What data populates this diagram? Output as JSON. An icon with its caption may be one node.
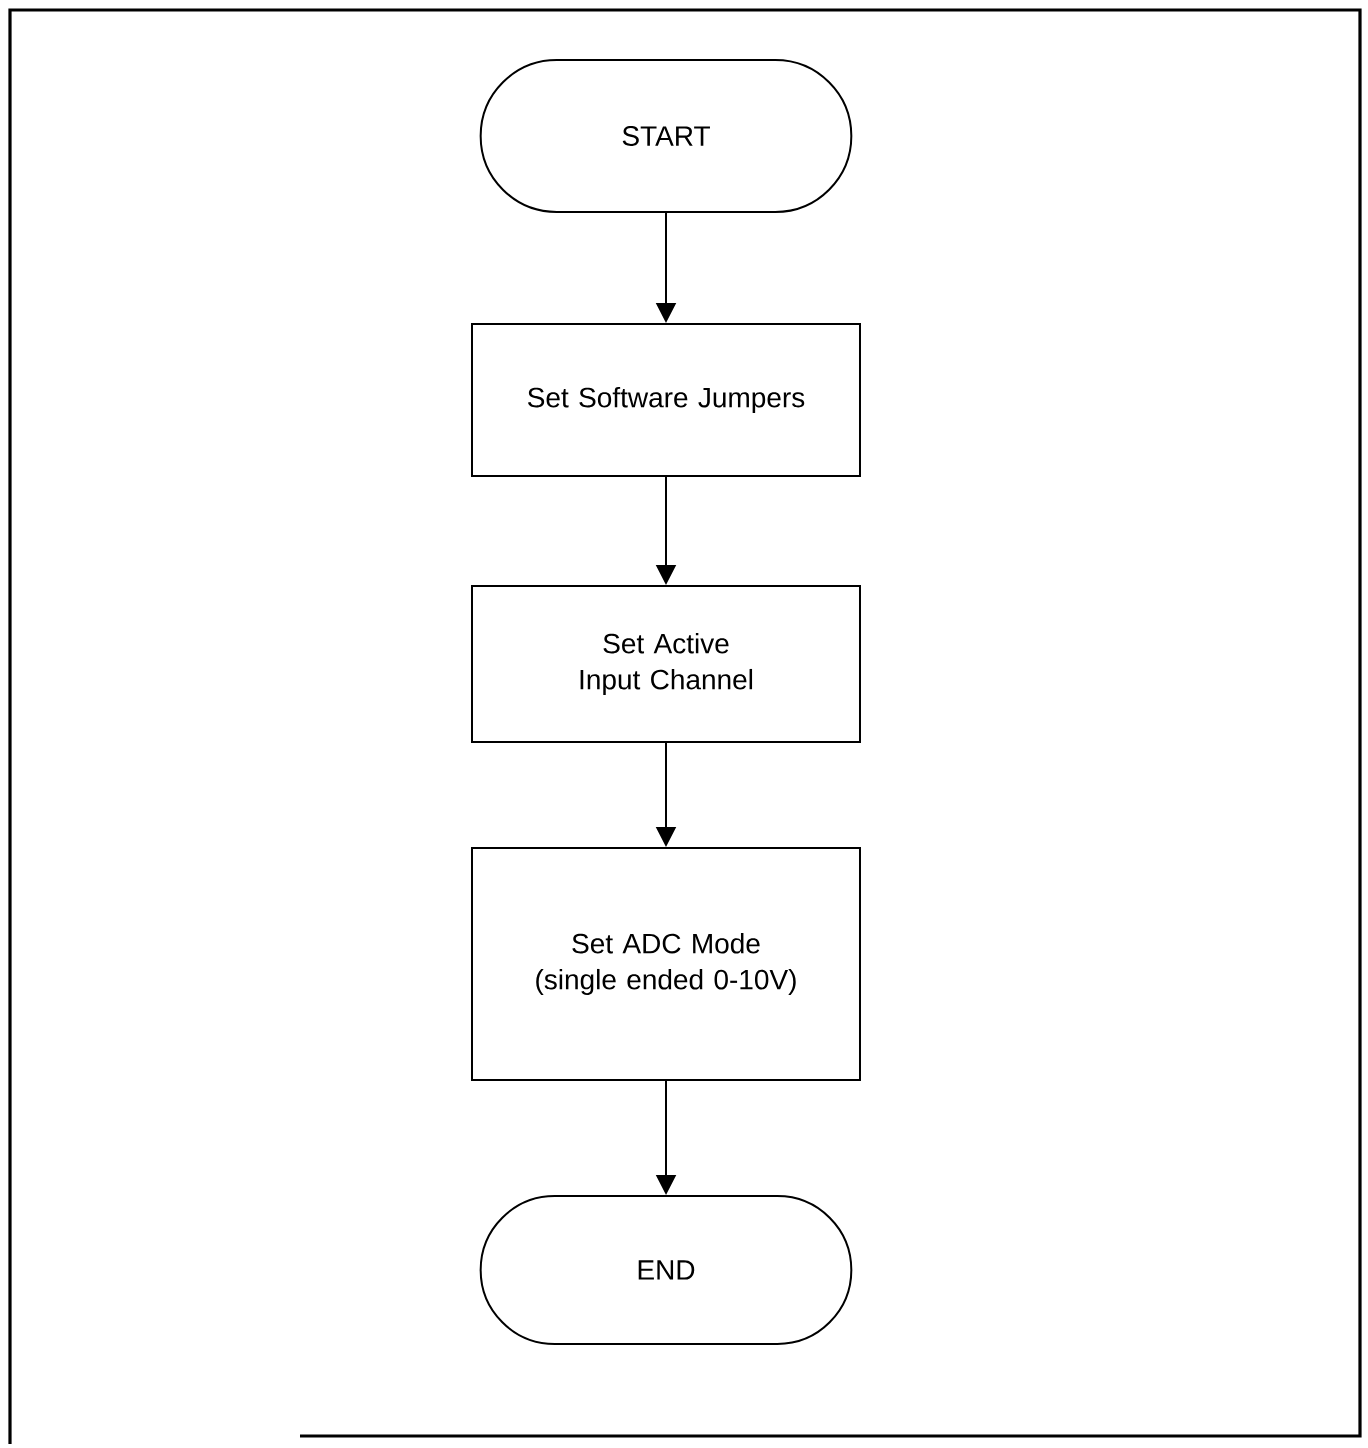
{
  "diagram": {
    "nodes": [
      {
        "text": [
          "START"
        ]
      },
      {
        "text": [
          "Set Software Jumpers"
        ]
      },
      {
        "text": [
          "Set Active Input Channel"
        ]
      },
      {
        "text": [
          "Set ADC Mode (single ended 0-10V)"
        ]
      },
      {
        "text": [
          "END"
        ]
      }
    ],
    "edges": [
      {
        "from": 0,
        "to": 1,
        "arrow": "to"
      },
      {
        "from": 1,
        "to": 2,
        "arrow": "to"
      },
      {
        "from": 2,
        "to": 3,
        "arrow": "to"
      },
      {
        "from": 3,
        "to": 4,
        "arrow": "to"
      }
    ]
  }
}
